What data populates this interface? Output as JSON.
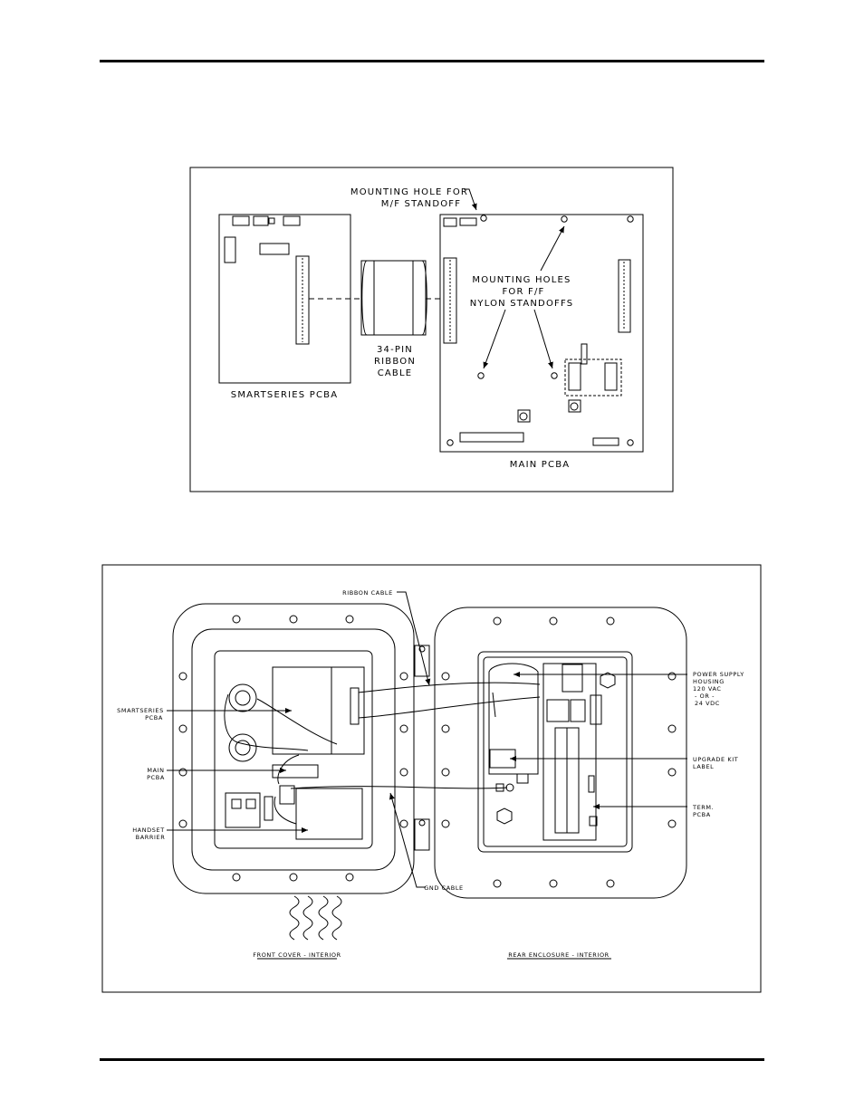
{
  "figure1": {
    "label_mount_hole": [
      "MOUNTING HOLE FOR",
      "M/F STANDOFF"
    ],
    "label_mount_holes_ff": [
      "MOUNTING HOLES",
      "FOR F/F",
      "NYLON STANDOFFS"
    ],
    "label_ribbon": [
      "34-PIN",
      "RIBBON",
      "CABLE"
    ],
    "label_smartseries_pcba": "SMARTSERIES PCBA",
    "label_main_pcba": "MAIN PCBA"
  },
  "figure2": {
    "label_ribbon_cable": "RIBBON CABLE",
    "label_smartseries": [
      "SMARTSERIES",
      "PCBA"
    ],
    "label_main": [
      "MAIN",
      "PCBA"
    ],
    "label_handset": [
      "HANDSET",
      "BARRIER"
    ],
    "label_gnd_cable": "GND CABLE",
    "label_power_supply": [
      "POWER SUPPLY",
      "HOUSING",
      "120 VAC",
      "- OR -",
      "24 VDC"
    ],
    "label_upgrade_kit": [
      "UPGRADE KIT",
      "LABEL"
    ],
    "label_term": [
      "TERM.",
      "PCBA"
    ],
    "caption_front": "FRONT COVER - INTERIOR",
    "caption_rear": "REAR ENCLOSURE - INTERIOR"
  }
}
